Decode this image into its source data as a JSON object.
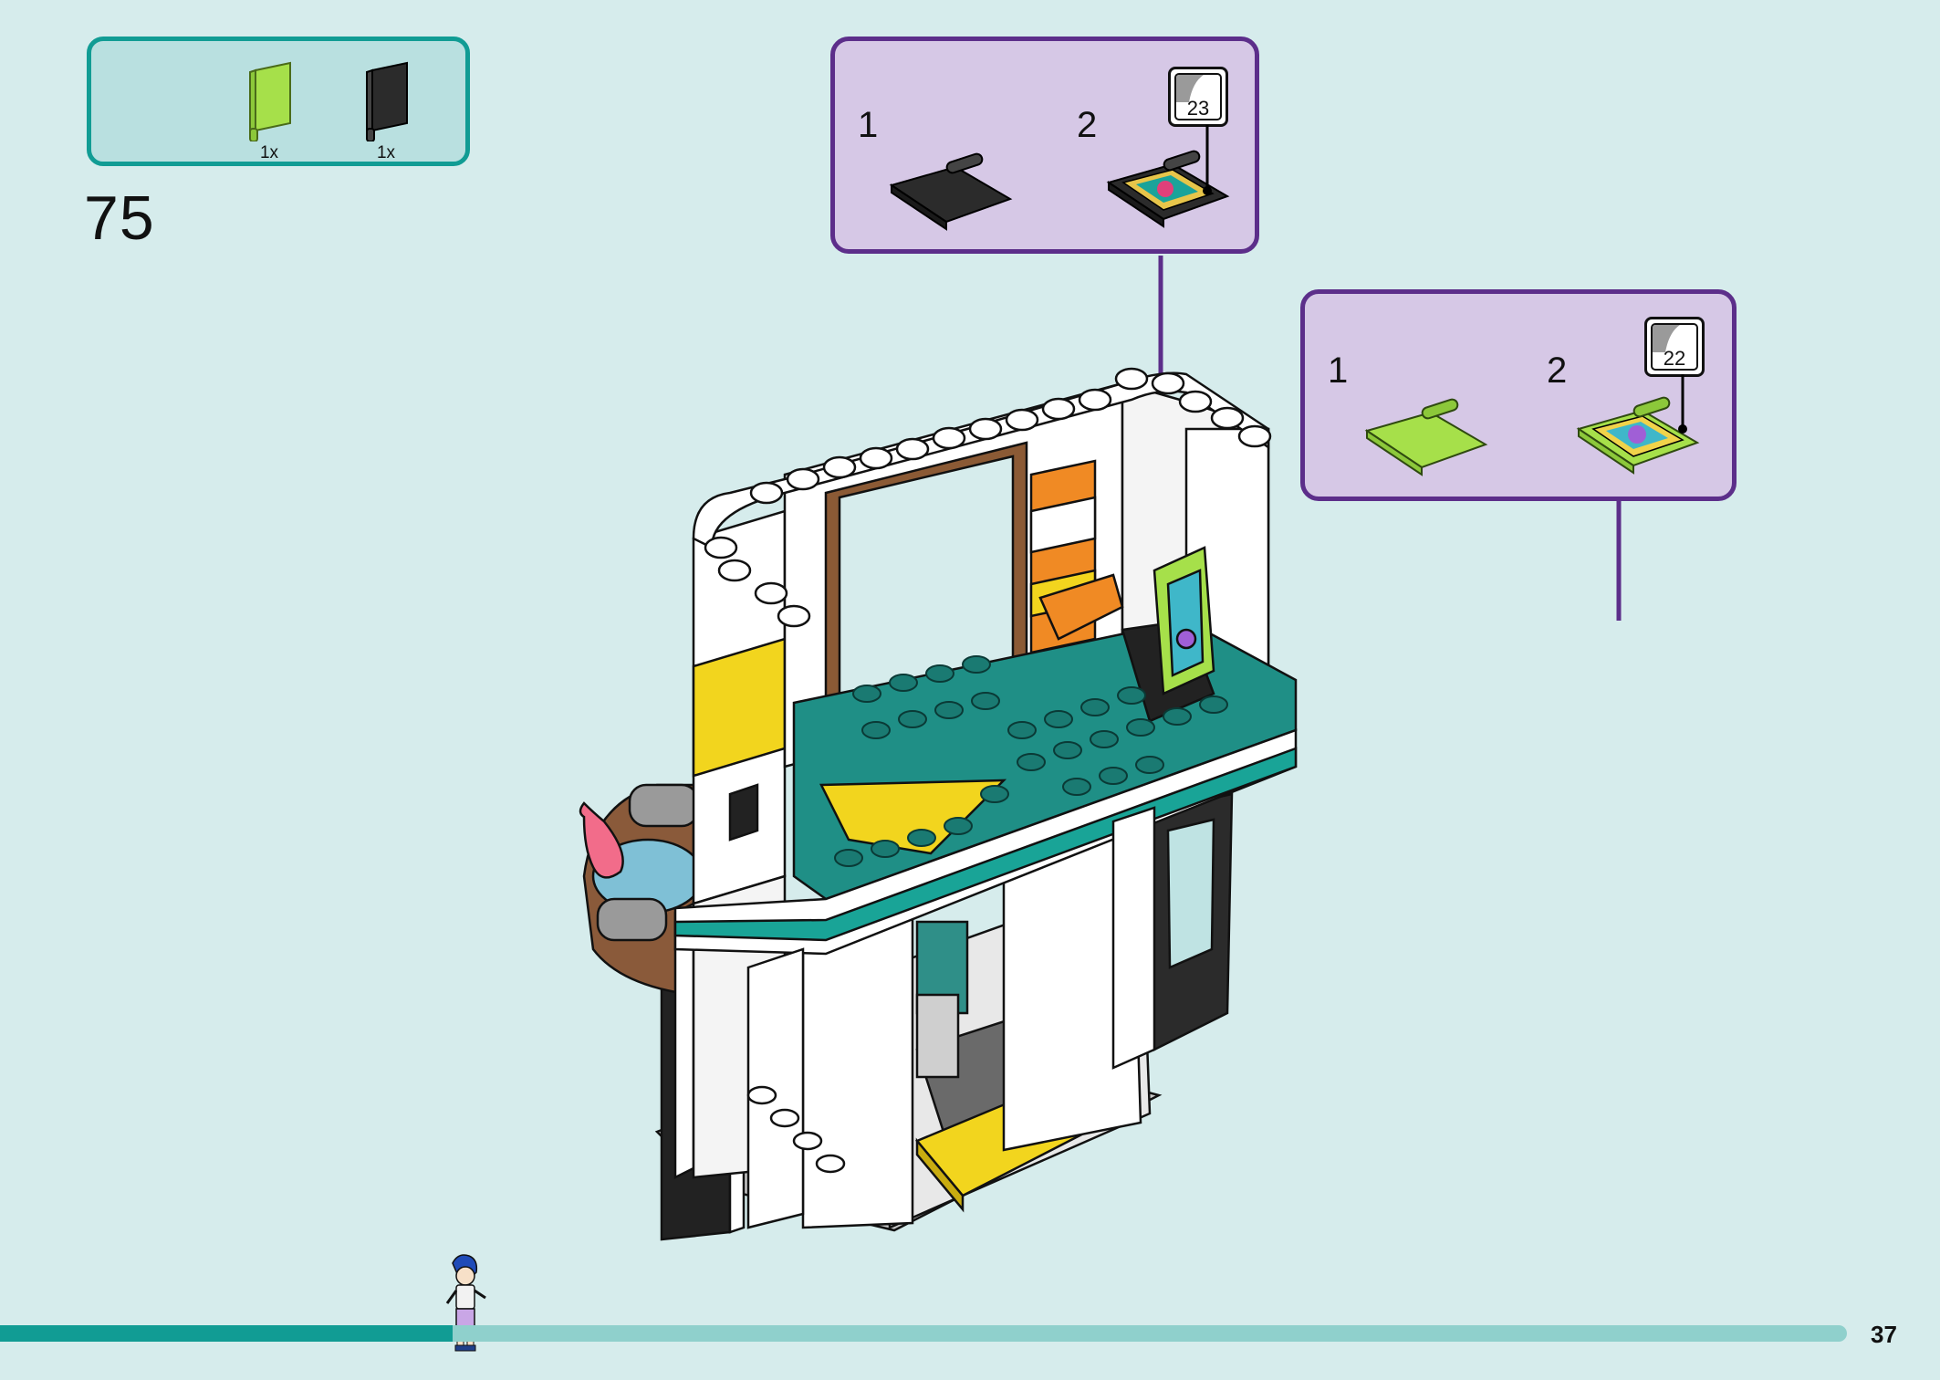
{
  "parts_list": {
    "items": [
      {
        "name": "lime-green-hinge-plate",
        "color": "#a6e04a",
        "quantity": "1x"
      },
      {
        "name": "black-hinge-plate",
        "color": "#2b2b2b",
        "quantity": "1x"
      }
    ]
  },
  "step": {
    "number": "75"
  },
  "callouts": [
    {
      "substeps": [
        "1",
        "2"
      ],
      "sticker_number": "23",
      "piece_color": "#2b2b2b"
    },
    {
      "substeps": [
        "1",
        "2"
      ],
      "sticker_number": "22",
      "piece_color": "#a6e04a"
    }
  ],
  "colors": {
    "accent_teal": "#119c94",
    "callout_border": "#5c2e8a",
    "callout_fill": "#d6c8e6",
    "background": "#d6ecec"
  },
  "progress": {
    "fraction": 0.245
  },
  "page": {
    "number": "37"
  }
}
